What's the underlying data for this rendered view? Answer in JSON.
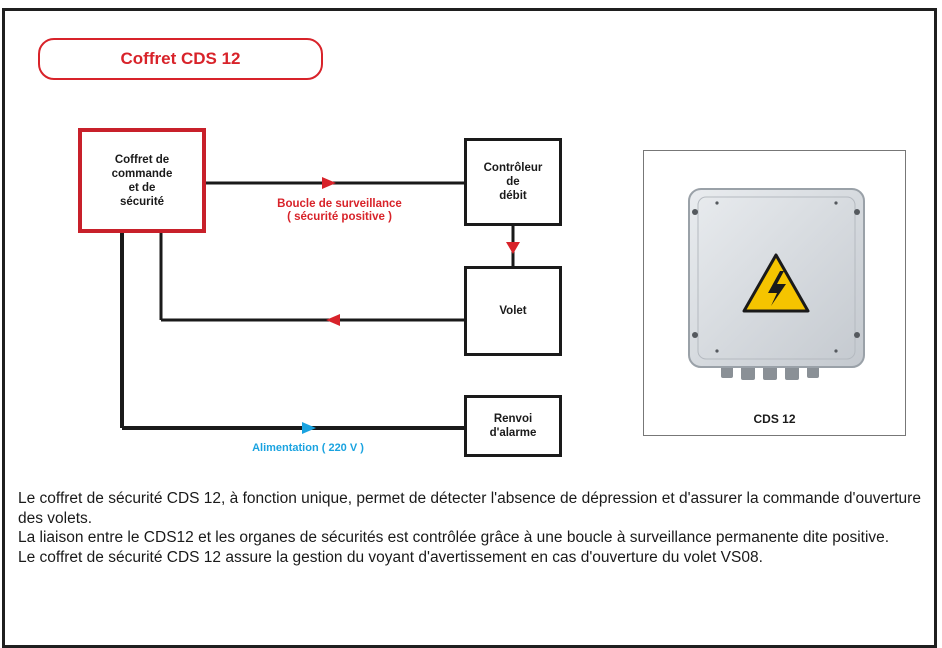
{
  "title": "Coffret CDS 12",
  "diagram": {
    "nodes": {
      "cds": "Coffret de\ncommande\net de\nsécurité",
      "controleur": "Contrôleur\nde\ndébit",
      "volet": "Volet",
      "renvoi": "Renvoi\nd'alarme"
    },
    "labels": {
      "boucle_line1": "Boucle de surveillance",
      "boucle_line2": "( sécurité positive )",
      "alimentation": "Alimentation ( 220 V )"
    },
    "colors": {
      "red": "#d8232a",
      "blue": "#1aa3e0",
      "black": "#1a1a1a"
    }
  },
  "photo": {
    "caption": "CDS 12",
    "icon": "high-voltage-warning-icon"
  },
  "description": [
    "Le coffret de sécurité CDS 12, à fonction unique, permet de détecter l'absence de dépression et d'assurer la commande d'ouverture des volets.",
    "La liaison entre le CDS12 et les organes de sécurités est contrôlée grâce à une boucle à surveillance permanente dite positive.",
    "Le coffret de sécurité CDS 12 assure la gestion du voyant d'avertissement en cas d'ouverture du volet VS08."
  ]
}
